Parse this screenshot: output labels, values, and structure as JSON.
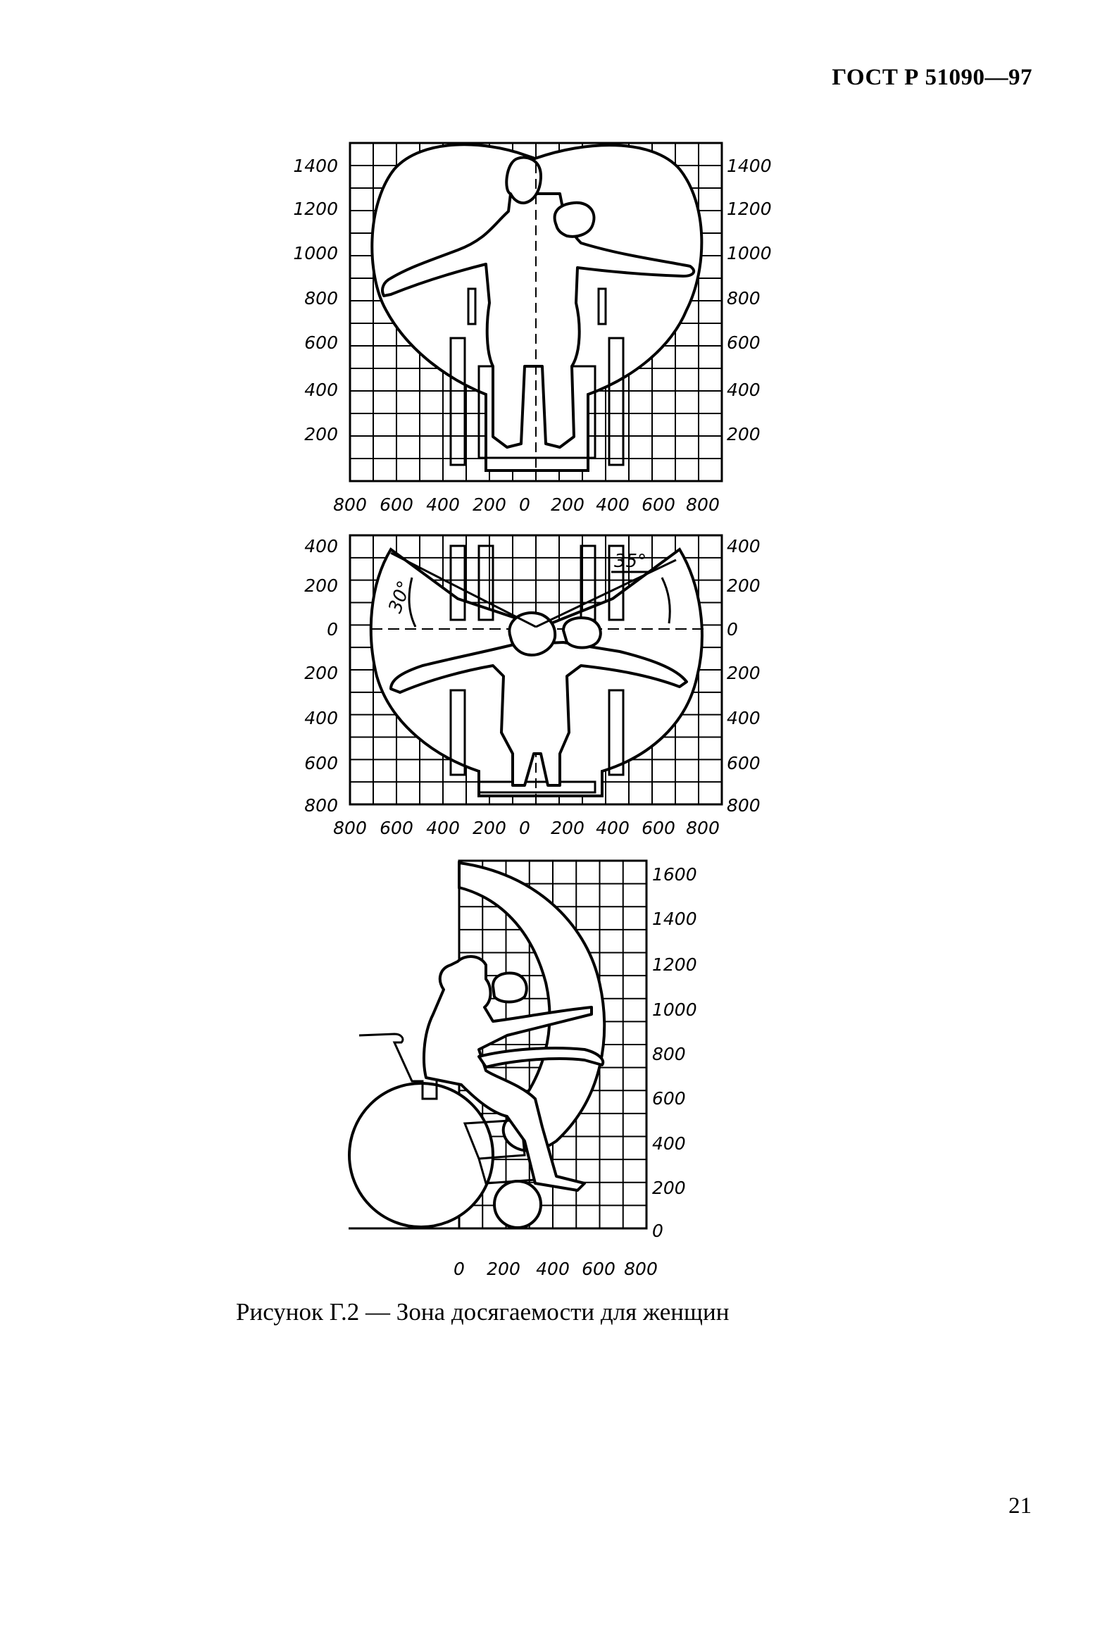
{
  "header": {
    "standard": "ГОСТ Р 51090—97"
  },
  "figures": [
    {
      "y_ticks_left": [
        "1400",
        "1200",
        "1000",
        "800",
        "600",
        "400",
        "200"
      ],
      "y_ticks_right": [
        "1400",
        "1200",
        "1000",
        "800",
        "600",
        "400",
        "200"
      ],
      "x_ticks": [
        "800",
        "600",
        "400",
        "200",
        "0",
        "200",
        "400",
        "600",
        "800"
      ]
    },
    {
      "y_ticks_left": [
        "400",
        "200",
        "0",
        "200",
        "400",
        "600",
        "800"
      ],
      "y_ticks_right": [
        "400",
        "200",
        "0",
        "200",
        "400",
        "600",
        "800"
      ],
      "x_ticks": [
        "800",
        "600",
        "400",
        "200",
        "0",
        "200",
        "400",
        "600",
        "800"
      ],
      "angle_left": "30°",
      "angle_right": "35°"
    },
    {
      "y_ticks_right": [
        "1600",
        "1400",
        "1200",
        "1000",
        "800",
        "600",
        "400",
        "200",
        "0"
      ],
      "x_ticks": [
        "0",
        "200",
        "400",
        "600",
        "800"
      ]
    }
  ],
  "caption": "Рисунок Г.2 — Зона досягаемости для женщин",
  "page_number": "21"
}
